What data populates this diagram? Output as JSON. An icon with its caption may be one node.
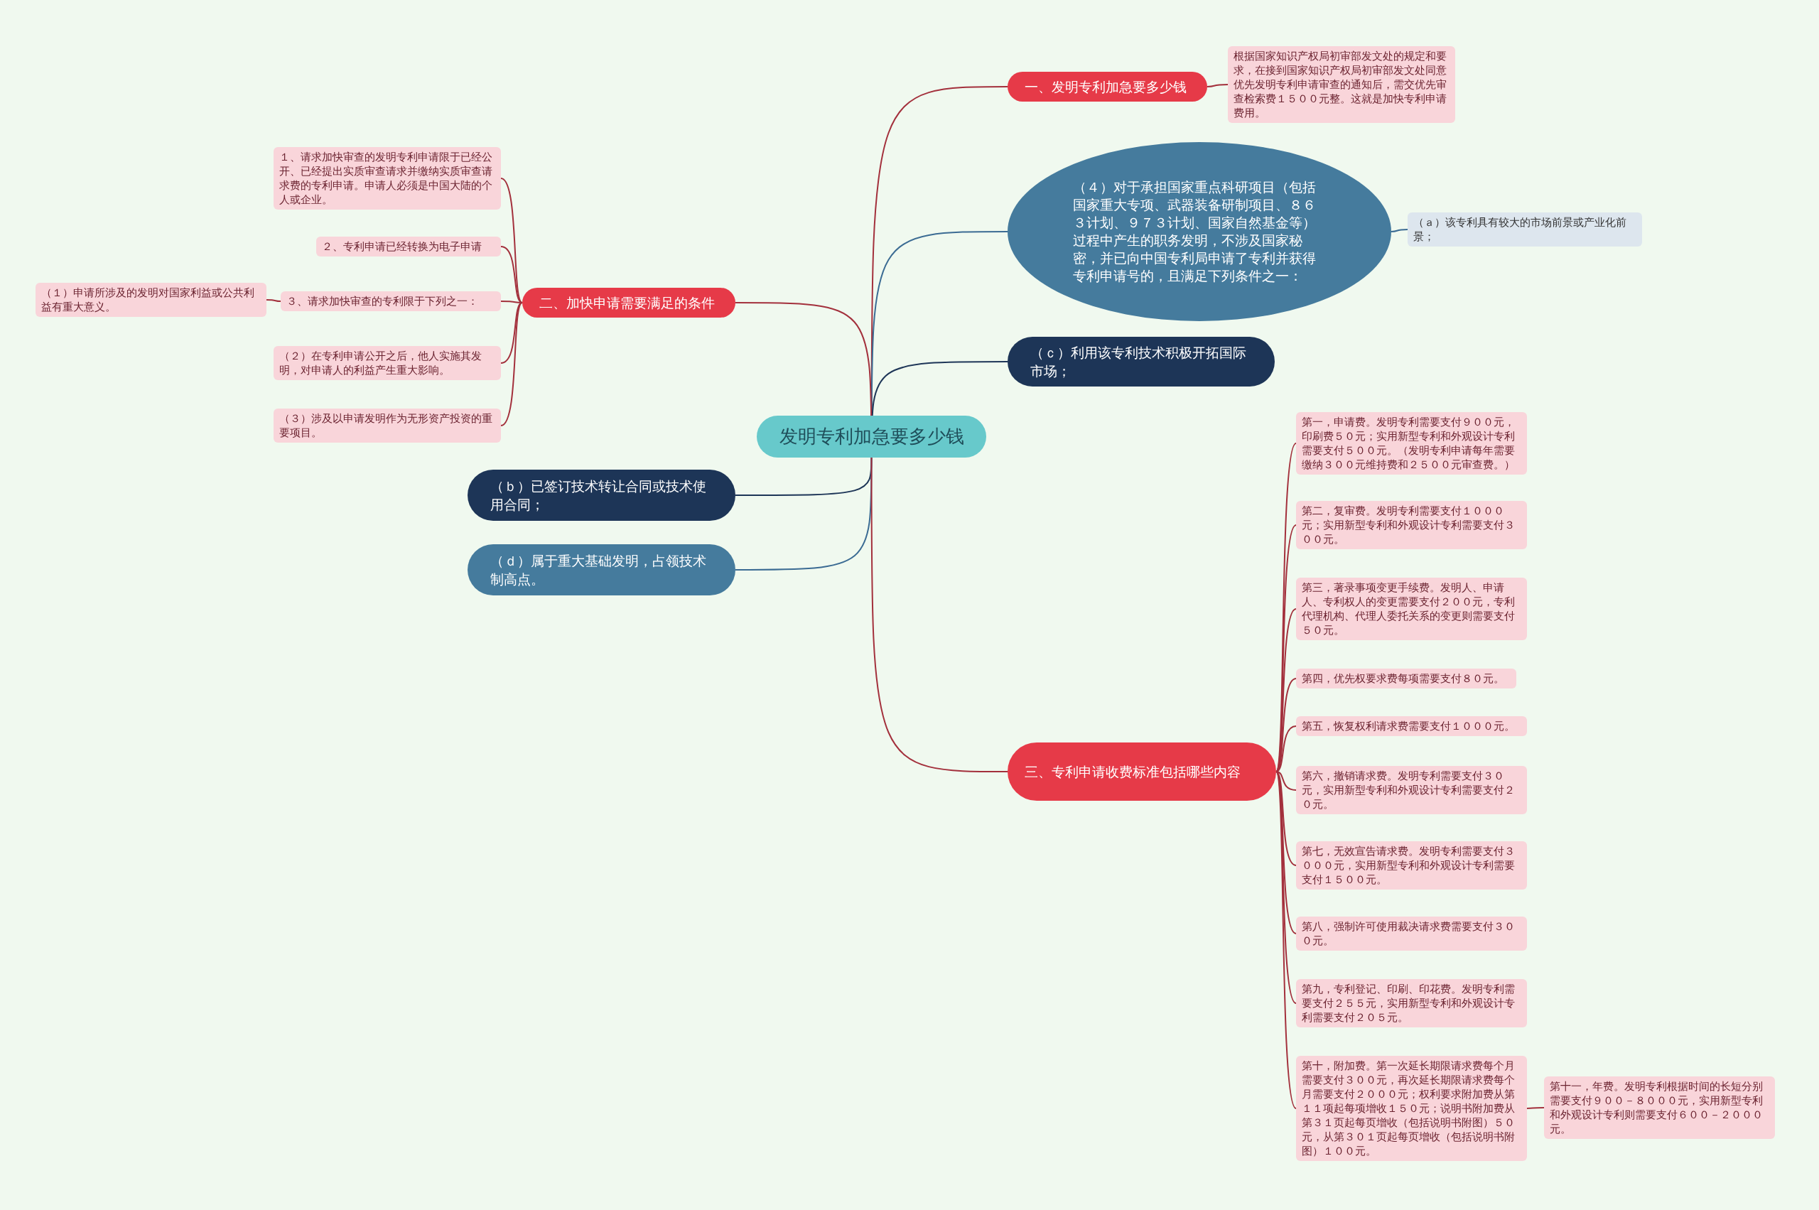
{
  "diagram": {
    "nodes": [
      {
        "text": [
          "发明专利加急要多少钱"
        ]
      },
      {
        "text": [
          "一、发明专利加急要多少钱"
        ]
      },
      {
        "text": [
          "根据国家知识产权局初审部发文处的规定和要求，在接到国家知识产权局初审部发文处同意优先发明专利申请审查的通知后，需交优先审查检索费１５００元整。这就是加快专利申请费用。"
        ]
      },
      {
        "text": [
          "（４）对于承担国家重点科研项目（包括国家重大专项、武器装备研制项目、８６３计划、９７３计划、国家自然基金等）过程中产生的职务发明，不涉及国家秘密，并已向中国专利局申请了专利并获得专利申请号的，且满足下列条件之一："
        ]
      },
      {
        "text": [
          "（ａ）该专利具有较大的市场前景或产业化前景；"
        ]
      },
      {
        "text": [
          "（ｃ）利用该专利技术积极开拓国际市场；"
        ]
      },
      {
        "text": [
          "二、加快申请需要满足的条件"
        ]
      },
      {
        "text": [
          "１、请求加快审查的发明专利申请限于已经公开、已经提出实质审查请求并缴纳实质审查请求费的专利申请。申请人必须是中国大陆的个人或企业。"
        ]
      },
      {
        "text": [
          "２、专利申请已经转换为电子申请"
        ]
      },
      {
        "text": [
          "３、请求加快审查的专利限于下列之一："
        ]
      },
      {
        "text": [
          "（１）申请所涉及的发明对国家利益或公共利益有重大意义。"
        ]
      },
      {
        "text": [
          "（２）在专利申请公开之后，他人实施其发明，对申请人的利益产生重大影响。"
        ]
      },
      {
        "text": [
          "（３）涉及以申请发明作为无形资产投资的重要项目。"
        ]
      },
      {
        "text": [
          "（ｂ）已签订技术转让合同或技术使用合同；"
        ]
      },
      {
        "text": [
          "（ｄ）属于重大基础发明，占领技术制高点。"
        ]
      },
      {
        "text": [
          "三、专利申请收费标准包括哪些内容"
        ]
      },
      {
        "text": [
          "第一，申请费。发明专利需要支付９００元，印刷费５０元；实用新型专利和外观设计专利需要支付５００元。（发明专利申请每年需要缴纳３００元维持费和２５００元审查费。）"
        ]
      },
      {
        "text": [
          "第二，复审费。发明专利需要支付１０００元；实用新型专利和外观设计专利需要支付３００元。"
        ]
      },
      {
        "text": [
          "第三，著录事项变更手续费。发明人、申请人、专利权人的变更需要支付２００元，专利代理机构、代理人委托关系的变更则需要支付５０元。"
        ]
      },
      {
        "text": [
          "第四，优先权要求费每项需要支付８０元。"
        ]
      },
      {
        "text": [
          "第五，恢复权利请求费需要支付１０００元。"
        ]
      },
      {
        "text": [
          "第六，撤销请求费。发明专利需要支付３０元，实用新型专利和外观设计专利需要支付２０元。"
        ]
      },
      {
        "text": [
          "第七，无效宣告请求费。发明专利需要支付３０００元，实用新型专利和外观设计专利需要支付１５００元。"
        ]
      },
      {
        "text": [
          "第八，强制许可使用裁决请求费需要支付３００元。"
        ]
      },
      {
        "text": [
          "第九，专利登记、印刷、印花费。发明专利需要支付２５５元，实用新型专利和外观设计专利需要支付２０５元。"
        ]
      },
      {
        "text": [
          "第十，附加费。第一次延长期限请求费每个月需要支付３００元，再次延长期限请求费每个月需要支付２０００元；权利要求附加费从第１１项起每项增收１５０元；说明书附加费从第３１页起每页增收（包括说明书附图）５０元，从第３０１页起每页增收（包括说明书附图）１００元。"
        ]
      },
      {
        "text": [
          "第十一，年费。发明专利根据时间的长短分别需要支付９００－８０００元，实用新型专利和外观设计专利则需要支付６００－２０００元。"
        ]
      }
    ],
    "edges": [
      {
        "from": 0,
        "to": 1,
        "arrow": "none"
      },
      {
        "from": 1,
        "to": 2,
        "arrow": "none"
      },
      {
        "from": 0,
        "to": 3,
        "arrow": "none",
        "color": "#3b6b93"
      },
      {
        "from": 3,
        "to": 4,
        "arrow": "none",
        "color": "#3b6b93"
      },
      {
        "from": 0,
        "to": 5,
        "arrow": "none",
        "color": "#1d3557"
      },
      {
        "from": 0,
        "to": 6,
        "arrow": "none"
      },
      {
        "from": 6,
        "to": 7,
        "arrow": "none"
      },
      {
        "from": 6,
        "to": 8,
        "arrow": "none"
      },
      {
        "from": 6,
        "to": 9,
        "arrow": "none"
      },
      {
        "from": 9,
        "to": 10,
        "arrow": "none"
      },
      {
        "from": 6,
        "to": 11,
        "arrow": "none"
      },
      {
        "from": 6,
        "to": 12,
        "arrow": "none"
      },
      {
        "from": 0,
        "to": 13,
        "arrow": "none",
        "color": "#1d3557"
      },
      {
        "from": 0,
        "to": 14,
        "arrow": "none",
        "color": "#3b6b93"
      },
      {
        "from": 0,
        "to": 15,
        "arrow": "none"
      },
      {
        "from": 15,
        "to": 16,
        "arrow": "none"
      },
      {
        "from": 15,
        "to": 17,
        "arrow": "none"
      },
      {
        "from": 15,
        "to": 18,
        "arrow": "none"
      },
      {
        "from": 15,
        "to": 19,
        "arrow": "none"
      },
      {
        "from": 15,
        "to": 20,
        "arrow": "none"
      },
      {
        "from": 15,
        "to": 21,
        "arrow": "none"
      },
      {
        "from": 15,
        "to": 22,
        "arrow": "none"
      },
      {
        "from": 15,
        "to": 23,
        "arrow": "none"
      },
      {
        "from": 15,
        "to": 24,
        "arrow": "none"
      },
      {
        "from": 15,
        "to": 25,
        "arrow": "none"
      },
      {
        "from": 25,
        "to": 26,
        "arrow": "none"
      }
    ]
  }
}
